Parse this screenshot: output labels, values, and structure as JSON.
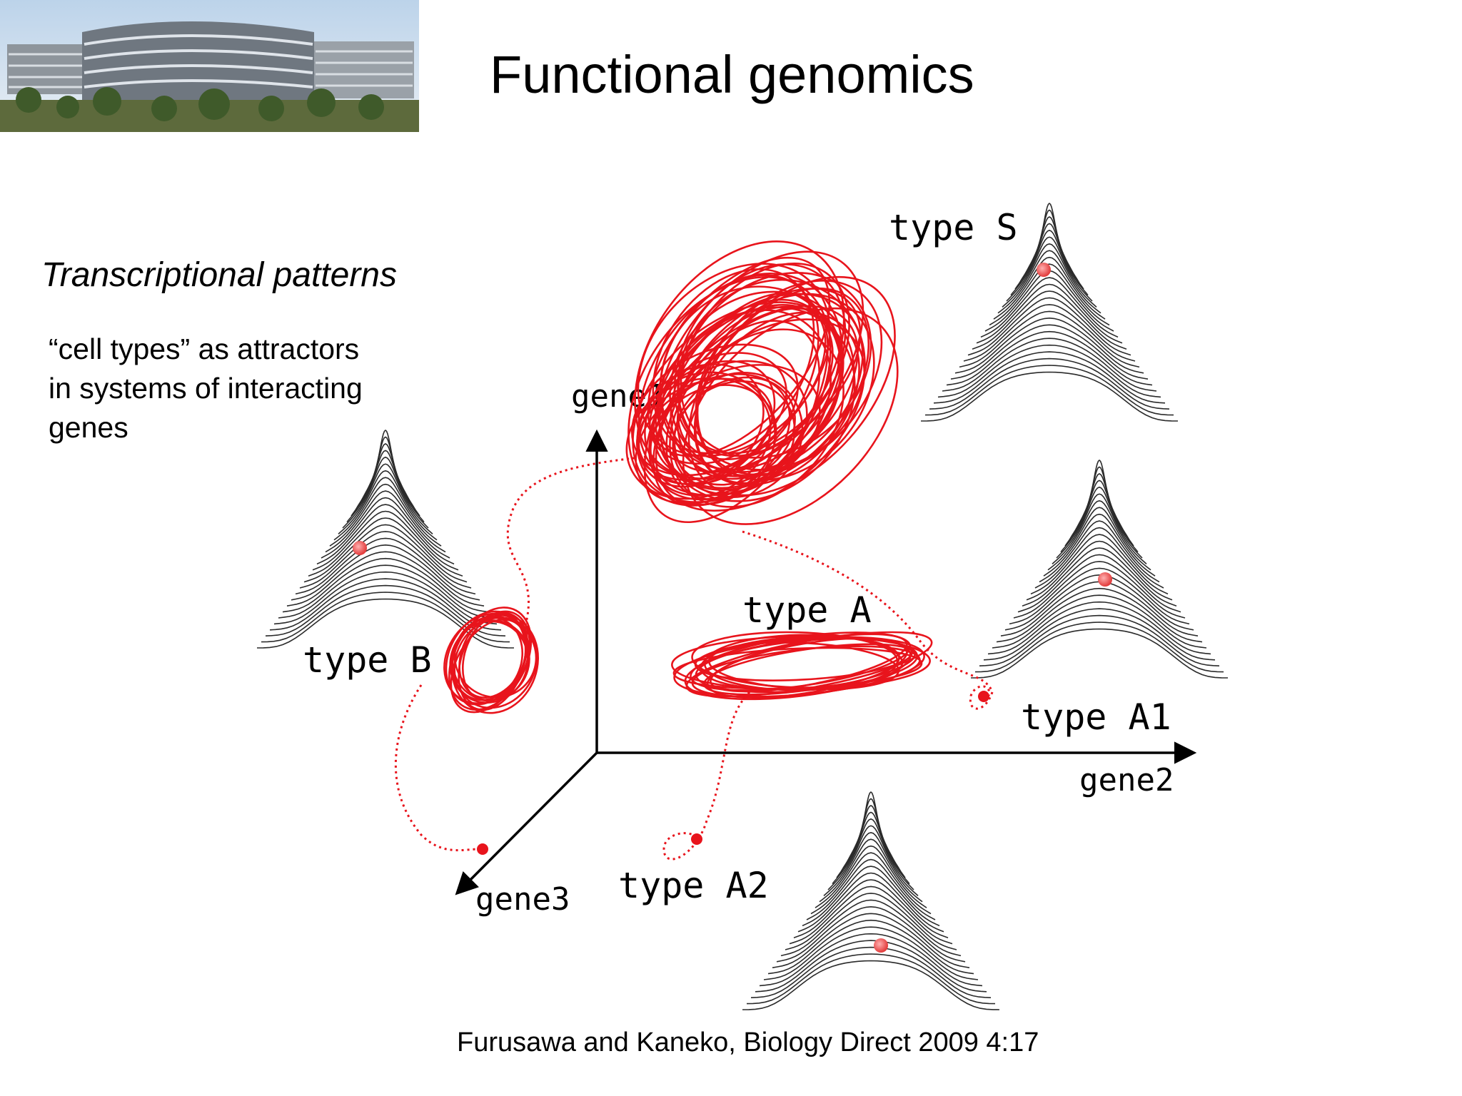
{
  "slide": {
    "title": "Functional genomics",
    "subtitle": "Transcriptional patterns",
    "body_lines": [
      "“cell types” as attractors",
      "in systems of interacting",
      "genes"
    ],
    "citation": "Furusawa and Kaneko, Biology Direct 2009 4:17"
  },
  "diagram": {
    "axes": {
      "gene1": "gene1",
      "gene2": "gene2",
      "gene3": "gene3"
    },
    "labels": {
      "type_s": "type S",
      "type_a": "type A",
      "type_b": "type B",
      "type_a1": "type A1",
      "type_a2": "type A2"
    },
    "trajectory_color": "#e8141c",
    "axis_color": "#000000",
    "landscape_color": "#2a2a2a"
  }
}
